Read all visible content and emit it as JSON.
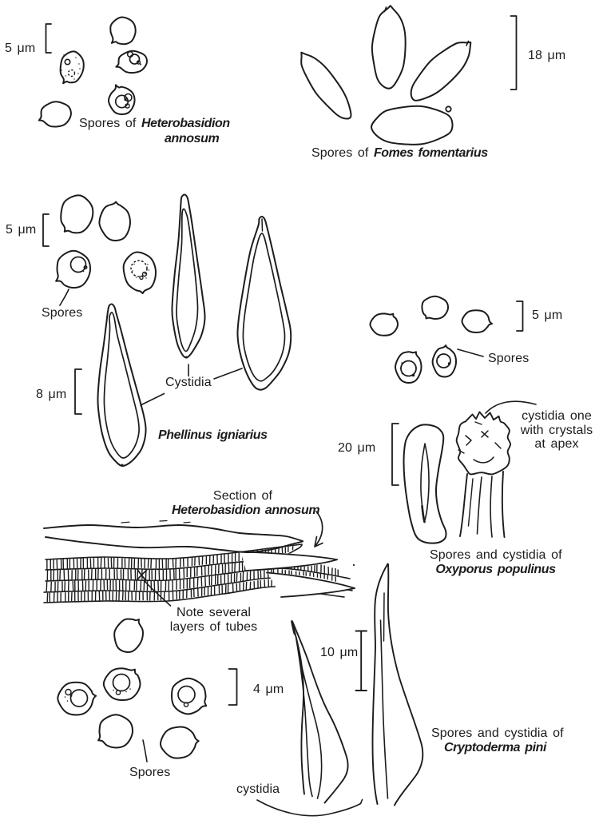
{
  "colors": {
    "background": "#ffffff",
    "ink": "#1c1c1c"
  },
  "figures": {
    "heterobasidion_spores": {
      "scale_label": "5 μm",
      "caption_prefix": "Spores of ",
      "species_line1": "Heterobasidion",
      "species_line2": "annosum"
    },
    "fomes": {
      "scale_label": "18 μm",
      "caption_prefix": "Spores of ",
      "species": "Fomes fomentarius"
    },
    "phellinus": {
      "spore_scale_label": "5 μm",
      "spores_label": "Spores",
      "cystidia_scale_label": "8 μm",
      "cystidia_label": "Cystidia",
      "species": "Phellinus igniarius"
    },
    "oxyporus": {
      "spore_scale_label": "5 μm",
      "spores_label": "Spores",
      "cystidia_scale_label": "20 μm",
      "crystal_note_line1": "cystidia one",
      "crystal_note_line2": "with crystals",
      "crystal_note_line3": "at apex",
      "caption_line1": "Spores and cystidia of",
      "species": "Oxyporus populinus"
    },
    "section": {
      "caption_line1": "Section of",
      "species": "Heterobasidion annosum",
      "note_line1": "Note several",
      "note_line2": "layers of tubes"
    },
    "bottom_spores": {
      "scale_label": "4 μm",
      "spores_label": "Spores"
    },
    "cryptoderma": {
      "scale_label": "10 μm",
      "caption_line1": "Spores and cystidia of",
      "species": "Cryptoderma pini",
      "cystidia_label": "cystidia"
    }
  }
}
